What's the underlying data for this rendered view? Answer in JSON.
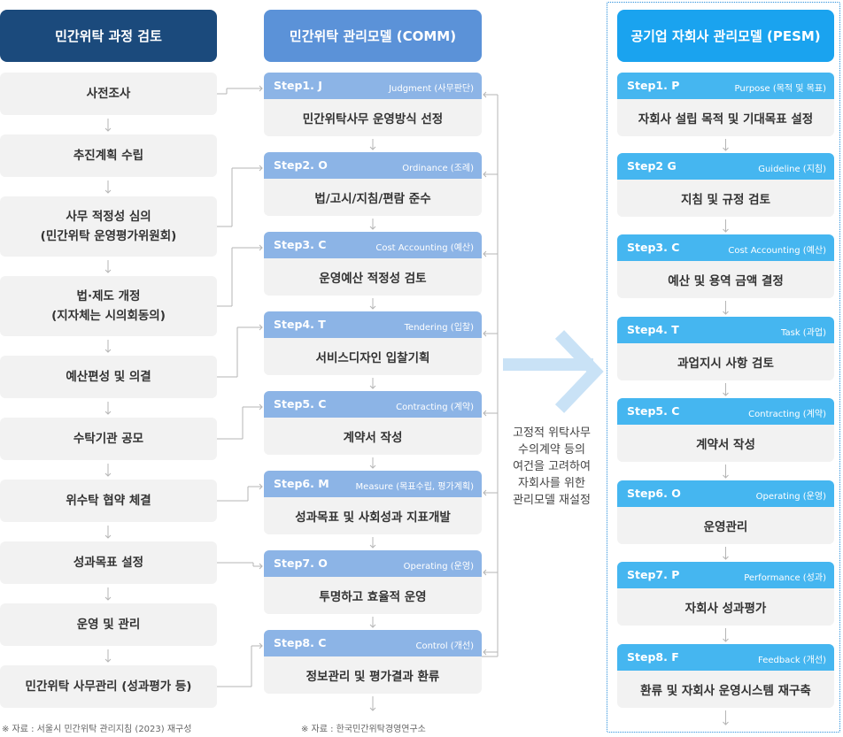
{
  "left": {
    "header": "민간위탁 과정 검토",
    "header_color": "#1b4a7c",
    "items": [
      {
        "lines": [
          "사전조사"
        ]
      },
      {
        "lines": [
          "추진계획 수립"
        ]
      },
      {
        "lines": [
          "사무 적정성 심의",
          "(민간위탁 운영평가위원회)"
        ]
      },
      {
        "lines": [
          "법·제도 개정",
          "(지자체는 시의회동의)"
        ]
      },
      {
        "lines": [
          "예산편성 및 의결"
        ]
      },
      {
        "lines": [
          "수탁기관 공모"
        ]
      },
      {
        "lines": [
          "위수탁 협약 체결"
        ]
      },
      {
        "lines": [
          "성과목표 설정"
        ]
      },
      {
        "lines": [
          "운영 및 관리"
        ]
      },
      {
        "lines": [
          "민간위탁 사무관리 (성과평가 등)"
        ]
      }
    ],
    "note": "※ 자료 : 서울시 민간위탁 관리지침 (2023) 재구성"
  },
  "middle": {
    "header": "민간위탁 관리모델 (COMM)",
    "header_color": "#5b92d8",
    "step_color": "#8cb4e6",
    "steps": [
      {
        "step": "Step1. J",
        "sub": "Judgment (사무판단)",
        "body": "민간위탁사무 운영방식 선정"
      },
      {
        "step": "Step2. O",
        "sub": "Ordinance (조례)",
        "body": "법/고시/지침/편람 준수"
      },
      {
        "step": "Step3.  C",
        "sub": "Cost Accounting (예산)",
        "body": "운영예산 적정성 검토"
      },
      {
        "step": "Step4.  T",
        "sub": "Tendering (입찰)",
        "body": "서비스디자인 입찰기획"
      },
      {
        "step": "Step5.  C",
        "sub": "Contracting (계약)",
        "body": "계약서 작성"
      },
      {
        "step": "Step6.  M",
        "sub": "Measure (목표수립, 평가계획)",
        "body": "성과목표 및 사회성과 지표개발"
      },
      {
        "step": "Step7.   O",
        "sub": "Operating (운영)",
        "body": "투명하고 효율적 운영"
      },
      {
        "step": "Step8.  C",
        "sub": "Control  (개선)",
        "body": "정보관리 및 평가결과 환류"
      }
    ],
    "note": "※ 자료 : 한국민간위탁경영연구소"
  },
  "transition_text": [
    "고정적 위탁사무",
    "수의계약 등의",
    "여건을 고려하여",
    "자회사를 위한",
    "관리모델 재설정"
  ],
  "arrow_color": "#c9e2f6",
  "right": {
    "header": "공기업 자회사 관리모델 (PESM)",
    "header_color": "#1aa3ef",
    "step_color": "#45b6f0",
    "steps": [
      {
        "step": "Step1.  P",
        "sub": "Purpose (목적 및 목표)",
        "body": "자회사 설립 목적 및 기대목표 설정"
      },
      {
        "step": "Step2 G",
        "sub": "Guideline (지침)",
        "body": "지침 및 규정 검토"
      },
      {
        "step": "Step3.  C",
        "sub": "Cost Accounting (예산)",
        "body": "예산 및 용역 금액 결정"
      },
      {
        "step": "Step4.  T",
        "sub": "Task (과업)",
        "body": "과업지시 사항 검토"
      },
      {
        "step": "Step5.  C",
        "sub": "Contracting (계약)",
        "body": "계약서 작성"
      },
      {
        "step": "Step6.  O",
        "sub": "Operating (운영)",
        "body": "운영관리"
      },
      {
        "step": "Step7.   P",
        "sub": "Performance (성과)",
        "body": "자회사 성과평가"
      },
      {
        "step": "Step8.  F",
        "sub": "Feedback (개선)",
        "body": "환류 및 자회사 운영시스템 재구축"
      }
    ]
  }
}
